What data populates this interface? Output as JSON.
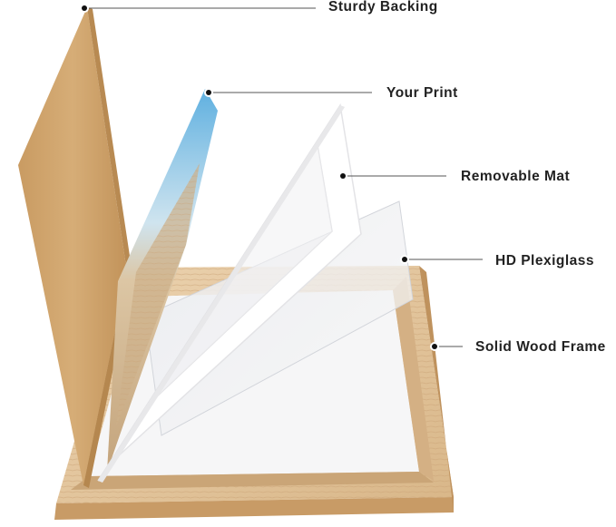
{
  "labels": {
    "backing": "Sturdy Backing",
    "print": "Your Print",
    "mat": "Removable Mat",
    "glass": "HD Plexiglass",
    "frame": "Solid Wood Frame"
  },
  "colors": {
    "backing": "#d2a871",
    "wood": "#e4c7a0",
    "print_sky": "#6eb6df",
    "mat": "#ffffff",
    "leader_line": "#555555",
    "label_text": "#222222"
  }
}
